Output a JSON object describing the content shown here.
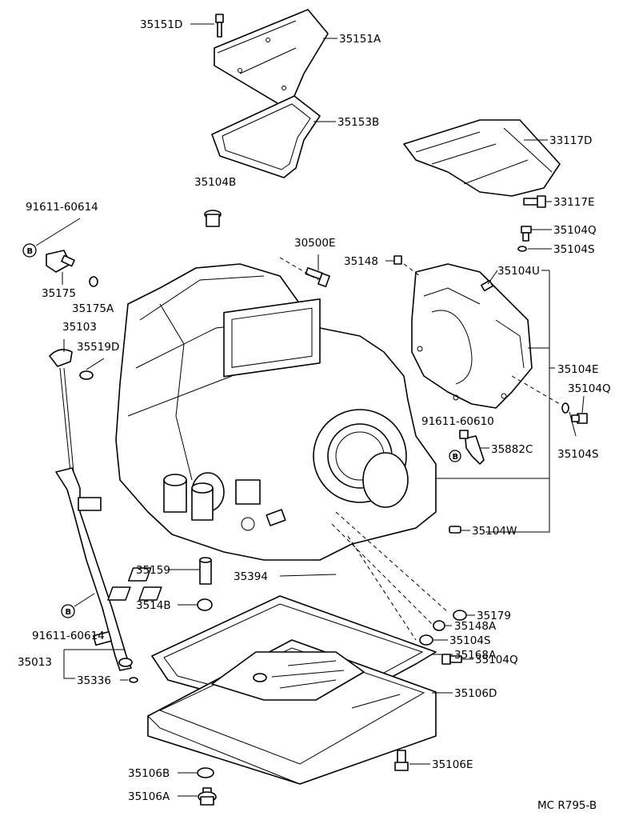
{
  "parts": {
    "p35151D": "35151D",
    "p35151A": "35151A",
    "p35153B": "35153B",
    "p33117D": "33117D",
    "p33117E": "33117E",
    "p35104B": "35104B",
    "p91611_top": "91611-60614",
    "p35104Q_1": "35104Q",
    "p30500E": "30500E",
    "p35104S_1": "35104S",
    "p35148": "35148",
    "p35104U": "35104U",
    "p35175": "35175",
    "p35175A": "35175A",
    "p35103": "35103",
    "p35519D": "35519D",
    "p35104E": "35104E",
    "p35104Q_2": "35104Q",
    "p91611_60610": "91611-60610",
    "p35882C": "35882C",
    "p35104S_2": "35104S",
    "p35104W": "35104W",
    "p35159": "35159",
    "p35394": "35394",
    "p35179": "35179",
    "p3514B": "3514B",
    "p35148A": "35148A",
    "p35104S_3": "35104S",
    "p91611_bottom": "91611-60614",
    "p35104Q_3": "35104Q",
    "p35013": "35013",
    "p35168A": "35168A",
    "p35336": "35336",
    "p35106D": "35106D",
    "p35106B": "35106B",
    "p35106E": "35106E",
    "p35106A": "35106A"
  },
  "symbols": {
    "bolt_marker": "B"
  },
  "footer": {
    "ref_code": "MC  R795-B"
  }
}
